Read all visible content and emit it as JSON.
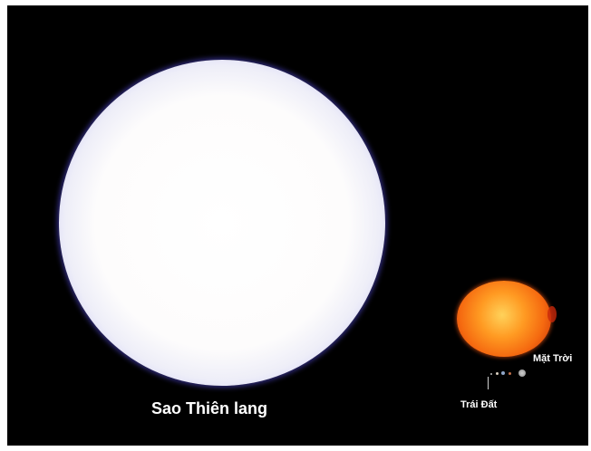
{
  "scene": {
    "background_color": "#000000",
    "objects": [
      {
        "name": "Sirius",
        "color": "#7e77ec"
      },
      {
        "name": "Sun",
        "color": "#f56a10"
      }
    ]
  },
  "labels": {
    "sirius": "Sao Thiên lang",
    "sun": "Mặt Trời",
    "earth": "Trái Đất"
  }
}
